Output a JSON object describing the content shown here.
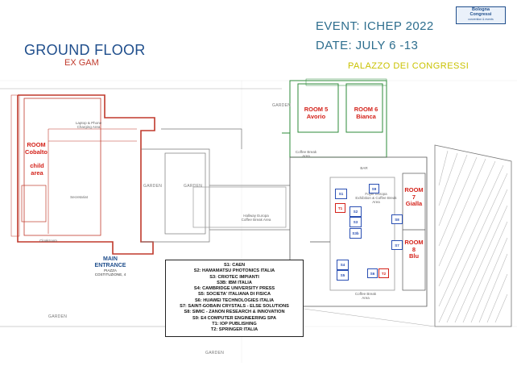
{
  "header": {
    "floor_title": "GROUND FLOOR",
    "floor_sub": "EX GAM",
    "event": "EVENT: ICHEP 2022",
    "date": "DATE: JULY 6 -13",
    "venue": "PALAZZO DEI CONGRESSI"
  },
  "logo": {
    "line1": "Bologna",
    "line2": "Congressi",
    "line3": "convention & events"
  },
  "rooms": {
    "cobalto": "ROOM\nCobalto",
    "child_area": "child area",
    "avorio": "ROOM 5\nAvorio",
    "bianca": "ROOM 6\nBianca",
    "gialla": "ROOM\n7\nGialla",
    "blu": "ROOM\n8\nBlu"
  },
  "areas": {
    "laptop": "Laptop & Phone\nCharging Area",
    "secretariat": "Secretariat",
    "cloakroom": "Cloakroom",
    "hallway": "Hallway Europa\nCoffee Break Area",
    "coffee_top": "Coffee Break\nArea",
    "foyer": "Foyer Europa\nExhibition & Coffee Break\nArea",
    "coffee_bottom": "Coffee Break\nArea",
    "bar": "BAR"
  },
  "gardens": [
    "GARDEN",
    "GARDEN",
    "GARDEN",
    "GARDEN",
    "GARDEN"
  ],
  "entrance": {
    "title": "MAIN\nENTRANCE",
    "address": "PIAZZA\nCOSTITUZIONE, 4"
  },
  "booths": [
    "S1",
    "S2",
    "S3",
    "S3b",
    "S4",
    "S5",
    "S6",
    "S7",
    "S8",
    "S9",
    "T1",
    "T2"
  ],
  "legend": [
    "S1: CAEN",
    "S2: HAMAMATSU PHOTONICS ITALIA",
    "S3: CRIOTEC IMPIANTI",
    "S3B: IBM ITALIA",
    "S4: CAMBRIDGE UNIVERSITY PRESS",
    "S5: SOCIETA' ITALIANA DI FISICA",
    "S6: HUAWEI TECHNOLOGIES ITALIA",
    "S7: SAINT-GOBAIN CRYSTALS - ELSE SOLUTIONS",
    "S8: SIMIC - ZANON RESEARCH & INNOVATION",
    "S9: E4 COMPUTER ENGINEERING SPA",
    "T1: IOP PUBLISHING",
    "T2: SPRINGER ITALIA"
  ],
  "colors": {
    "title_blue": "#1f4e8c",
    "room_red": "#d4221a",
    "booth_blue": "#2a4fb3",
    "venue_yellow": "#c9c200",
    "wall_red": "#c0392b",
    "wall_green": "#2e8b3a"
  }
}
